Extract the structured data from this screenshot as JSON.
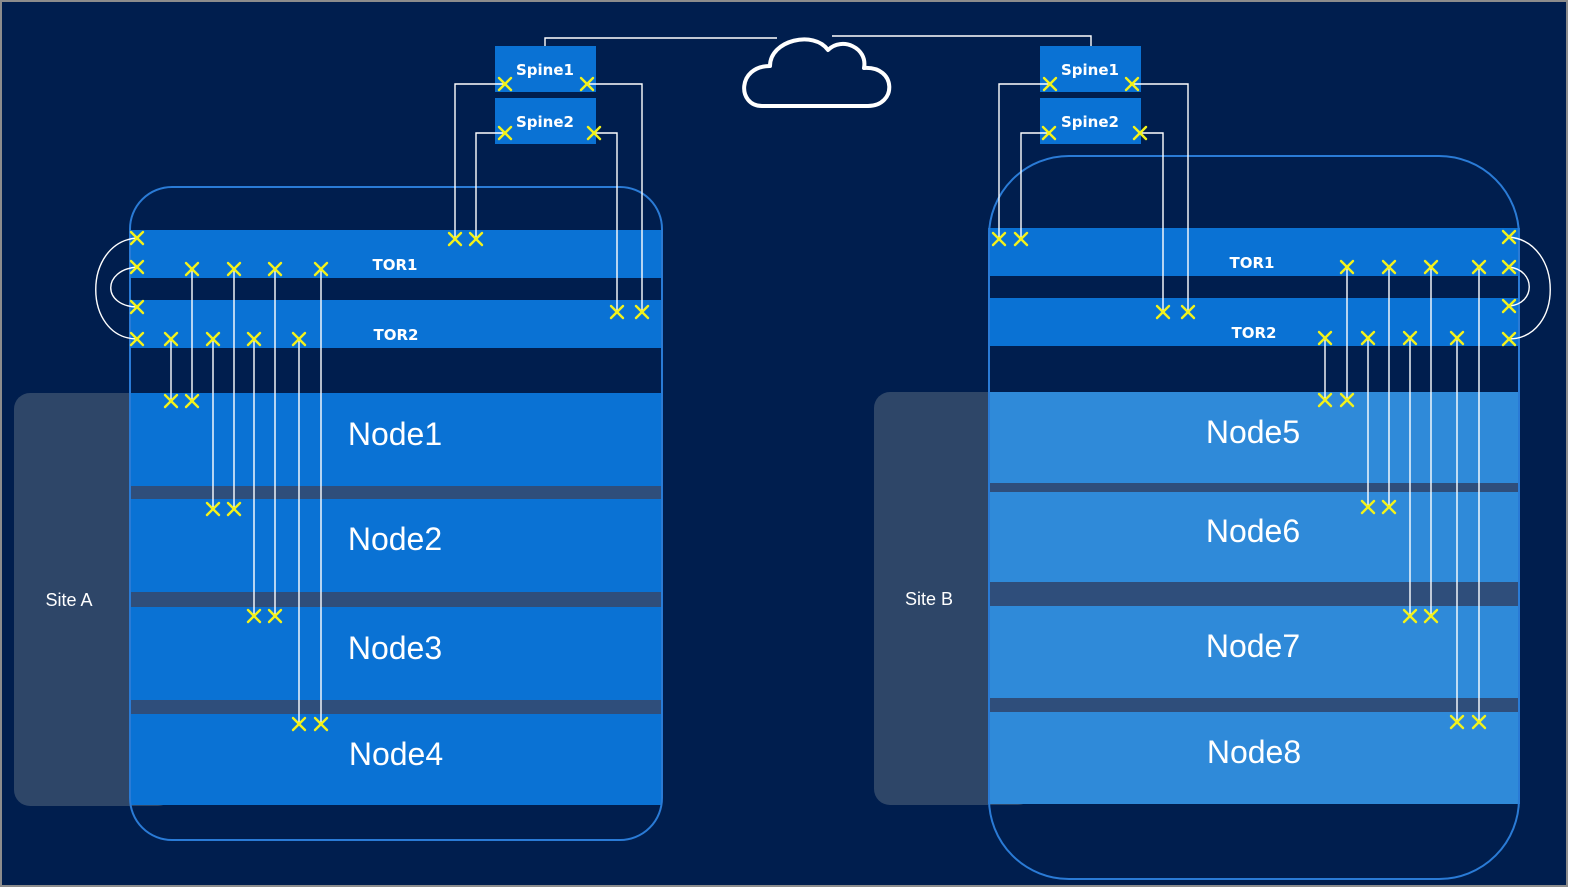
{
  "colors": {
    "background": "#001e4e",
    "switch_blue": "#0a72d4",
    "site_a_node_blue": "#0a72d4",
    "site_b_node_blue": "#2f8ad9",
    "site_panel": "#2e4668",
    "node_divider": "#2f4e7b",
    "cluster_outline": "#2a7bd6",
    "port_marker": "#f3f21b",
    "wire": "#ffffff"
  },
  "icons": {
    "internet": "cloud-icon",
    "port": "x-mark-icon"
  },
  "site_a": {
    "label": "Site A",
    "spine1": "Spine1",
    "spine2": "Spine2",
    "tor1": "TOR1",
    "tor2": "TOR2",
    "nodes": [
      "Node1",
      "Node2",
      "Node3",
      "Node4"
    ]
  },
  "site_b": {
    "label": "Site B",
    "spine1": "Spine1",
    "spine2": "Spine2",
    "tor1": "TOR1",
    "tor2": "TOR2",
    "nodes": [
      "Node5",
      "Node6",
      "Node7",
      "Node8"
    ]
  }
}
